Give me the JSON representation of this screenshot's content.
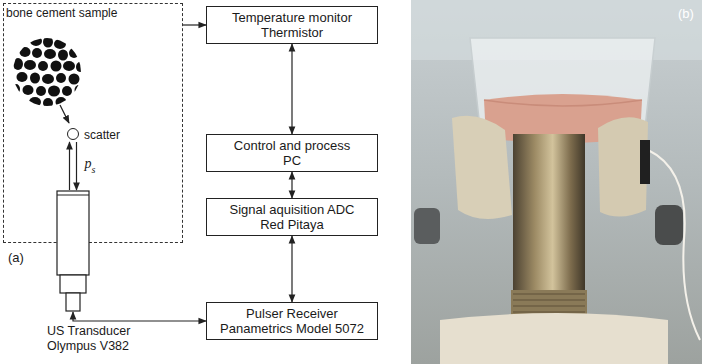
{
  "diagram": {
    "nodes": [
      {
        "text": [
          "bone cement sample"
        ]
      },
      {
        "text": [
          "scatter"
        ],
        "in": 0
      },
      {
        "text": [
          "US Transducer",
          "Olympus V382"
        ]
      },
      {
        "text": [
          "Temperature monitor",
          "Thermistor"
        ]
      },
      {
        "text": [
          "Control and process",
          "PC"
        ]
      },
      {
        "text": [
          "Signal aquisition ADC",
          "Red Pitaya"
        ]
      },
      {
        "text": [
          "Pulser Receiver",
          "Panametrics Model 5072"
        ]
      }
    ],
    "edges": [
      {
        "from": 0,
        "to": 3,
        "arrow": "to"
      },
      {
        "from": 3,
        "to": 4,
        "arrow": "both"
      },
      {
        "from": 4,
        "to": 5,
        "arrow": "both"
      },
      {
        "from": 5,
        "to": 6,
        "arrow": "both"
      },
      {
        "from": 6,
        "to": 2,
        "arrow": "both"
      },
      {
        "from": 2,
        "to": 1,
        "arrow": "to"
      },
      {
        "from": 1,
        "to": 2,
        "arrow": "to",
        "label": "p"
      }
    ],
    "labels": [
      "s",
      "(a)",
      "(b)"
    ]
  }
}
